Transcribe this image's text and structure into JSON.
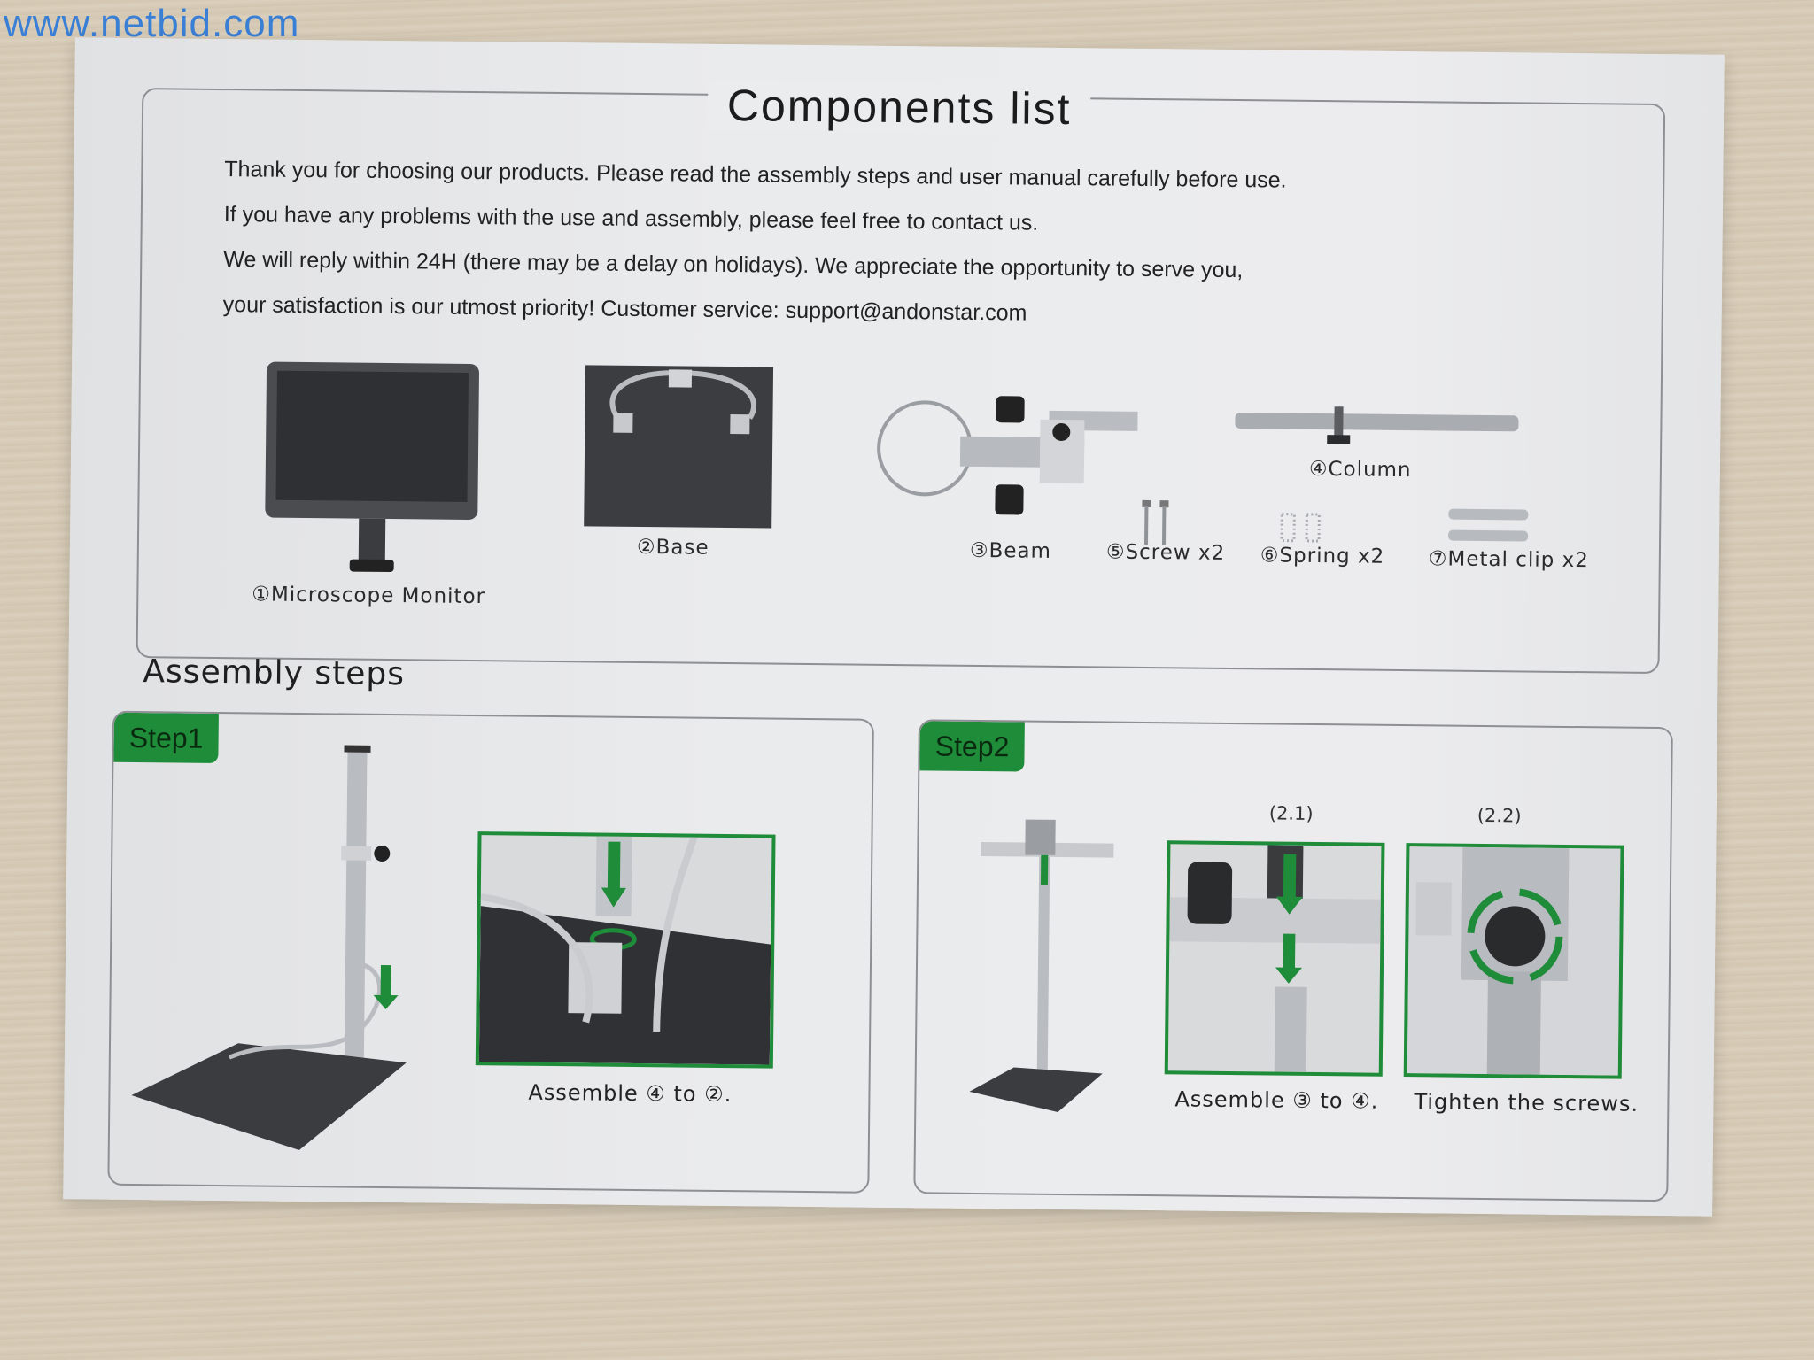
{
  "watermark": "www.netbid.com",
  "components": {
    "title": "Components list",
    "intro": [
      "Thank you for choosing our products. Please read the assembly steps and user manual carefully before use.",
      "If you have any problems with the use and assembly, please feel free to contact us.",
      "We will reply within 24H (there may be a delay on holidays). We appreciate the opportunity to serve you,",
      "your satisfaction is our utmost priority! Customer service:  support@andonstar.com"
    ],
    "parts": [
      {
        "label": "①Microscope Monitor"
      },
      {
        "label": "②Base"
      },
      {
        "label": "③Beam"
      },
      {
        "label": "④Column"
      },
      {
        "label": "⑤Screw x2"
      },
      {
        "label": "⑥Spring x2"
      },
      {
        "label": "⑦Metal clip x2"
      }
    ]
  },
  "assembly": {
    "title": "Assembly steps",
    "step1": {
      "tag": "Step1",
      "caption": "Assemble ④ to ②."
    },
    "step2": {
      "tag": "Step2",
      "sub1": "(2.1)",
      "sub2": "(2.2)",
      "caption1": "Assemble ③ to ④.",
      "caption2": "Tighten the screws."
    }
  },
  "colors": {
    "accent_green": "#1f8c3a",
    "watermark_blue": "#3a7fd6"
  }
}
